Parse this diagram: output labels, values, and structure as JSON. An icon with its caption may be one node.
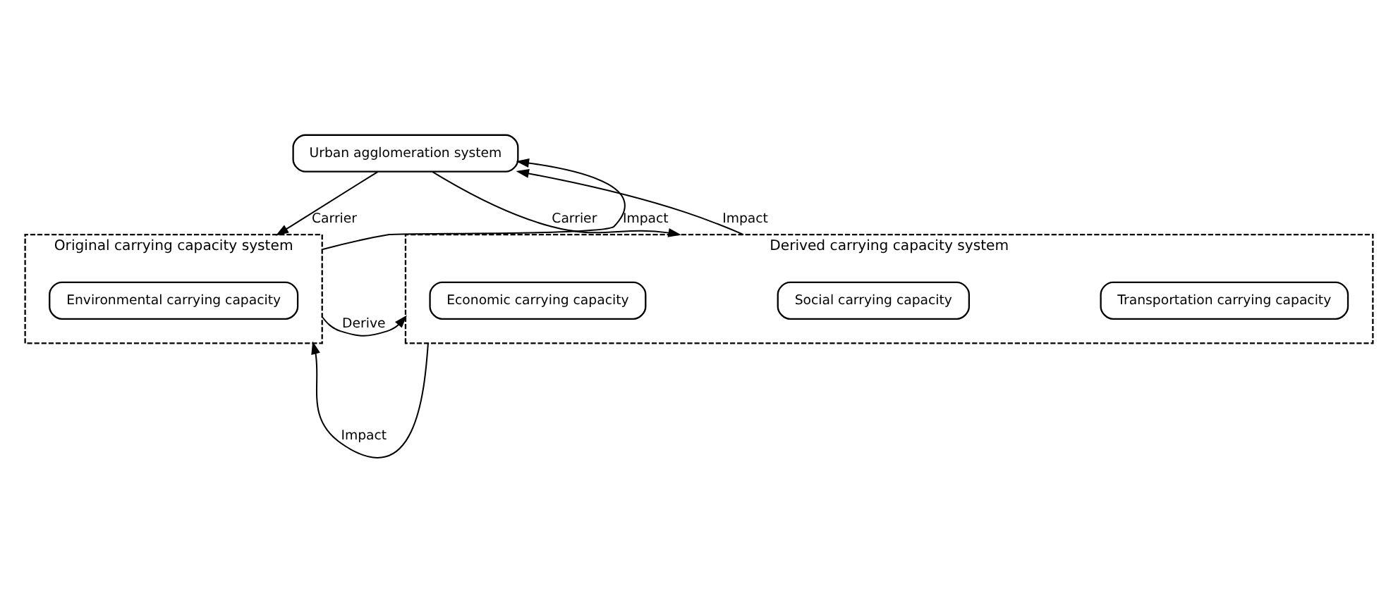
{
  "diagram": {
    "nodes": [
      {
        "text": [
          "Urban agglomeration system"
        ]
      },
      {
        "text": [
          "Original carrying capacity system"
        ]
      },
      {
        "text": [
          "Environmental carrying capacity"
        ],
        "in": 1
      },
      {
        "text": [
          "Derived carrying capacity system"
        ]
      },
      {
        "text": [
          "Economic carrying capacity"
        ],
        "in": 3
      },
      {
        "text": [
          "Social carrying capacity"
        ],
        "in": 3
      },
      {
        "text": [
          "Transportation carrying capacity"
        ],
        "in": 3
      }
    ],
    "edges": [
      {
        "from": 0,
        "to": 1,
        "arrow": "to",
        "label": "Carrier"
      },
      {
        "from": 1,
        "to": 0,
        "arrow": "to",
        "label": "Impact"
      },
      {
        "from": 0,
        "to": 3,
        "arrow": "to",
        "label": "Carrier"
      },
      {
        "from": 3,
        "to": 0,
        "arrow": "to",
        "label": "Impact"
      },
      {
        "from": 1,
        "to": 3,
        "arrow": "to",
        "label": "Derive"
      },
      {
        "from": 3,
        "to": 1,
        "arrow": "to",
        "label": "Impact"
      }
    ]
  }
}
